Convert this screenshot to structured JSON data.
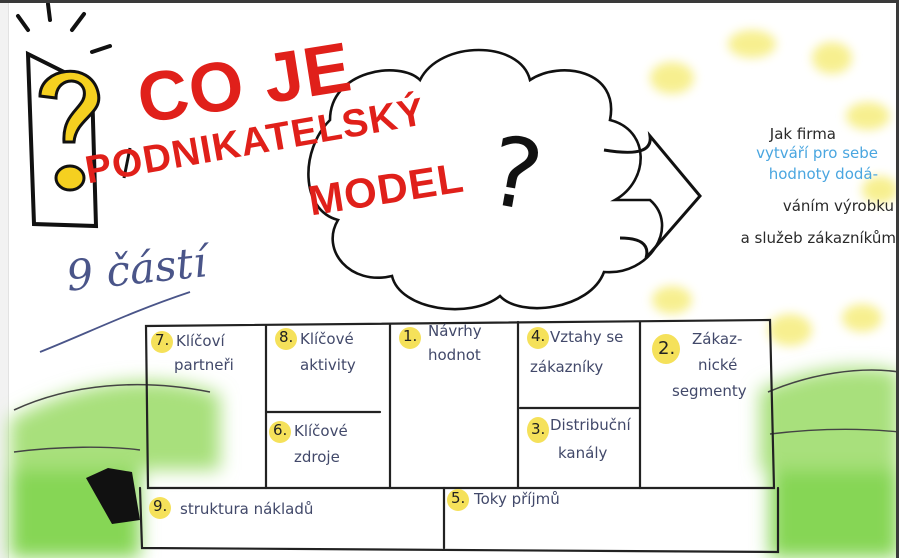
{
  "title": {
    "line1": "CO JE",
    "line2": "PODNIKATELSKÝ",
    "line3": "MODEL",
    "question_mark": "?"
  },
  "parts_label": "9 částí",
  "side_text": {
    "line1": "Jak firma",
    "line2": "vytváří pro sebe",
    "line3": "hodnoty dodá-",
    "line4": "váním výrobku",
    "line5": "a služeb zákazníkům"
  },
  "canvas": {
    "partners": {
      "number": "7.",
      "label_line1": "Klíčoví",
      "label_line2": "partneři"
    },
    "activities": {
      "number": "8.",
      "label_line1": "Klíčové",
      "label_line2": "aktivity"
    },
    "resources": {
      "number": "6.",
      "label_line1": "Klíčové",
      "label_line2": "zdroje"
    },
    "value": {
      "number": "1.",
      "label_line1": "Návrhy",
      "label_line2": "hodnot"
    },
    "relationships": {
      "number": "4.",
      "label_line1": "Vztahy se",
      "label_line2": "zákazníky"
    },
    "channels": {
      "number": "3.",
      "label_line1": "Distribuční",
      "label_line2": "kanály"
    },
    "segments": {
      "number": "2.",
      "label_line1": "Zákaz-",
      "label_line2": "nické",
      "label_line3": "segmenty"
    },
    "costs": {
      "number": "9.",
      "label": "struktura nákladů"
    },
    "revenue": {
      "number": "5.",
      "label": "Toky příjmů"
    }
  },
  "colors": {
    "title_red": "#e0201a",
    "highlight_yellow": "#f5e15a",
    "sun_yellow": "#f7ef8a",
    "hill_green": "#9bd86a",
    "grass_green": "#7fd24a",
    "handwriting_blue": "#4a5589",
    "accent_blue": "#4aa6e0"
  }
}
